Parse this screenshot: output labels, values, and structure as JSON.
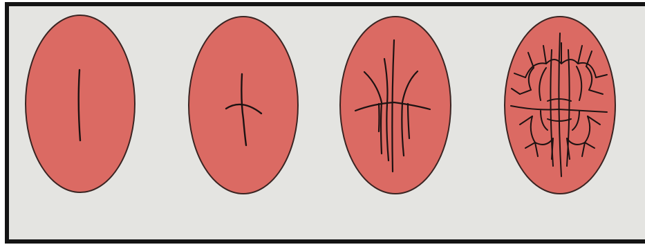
{
  "figure": {
    "panel_background": "#e4e4e1",
    "border_color": "#141414",
    "egg_fill": "#db6a63",
    "egg_stroke": "#3a2422",
    "line_color": "#1c1212",
    "panels": [
      {
        "stage": 1,
        "description_icon": "single-vertical-crack"
      },
      {
        "stage": 2,
        "description_icon": "crossed-crack"
      },
      {
        "stage": 3,
        "description_icon": "branching-cracks"
      },
      {
        "stage": 4,
        "description_icon": "network-of-cracks"
      }
    ]
  }
}
